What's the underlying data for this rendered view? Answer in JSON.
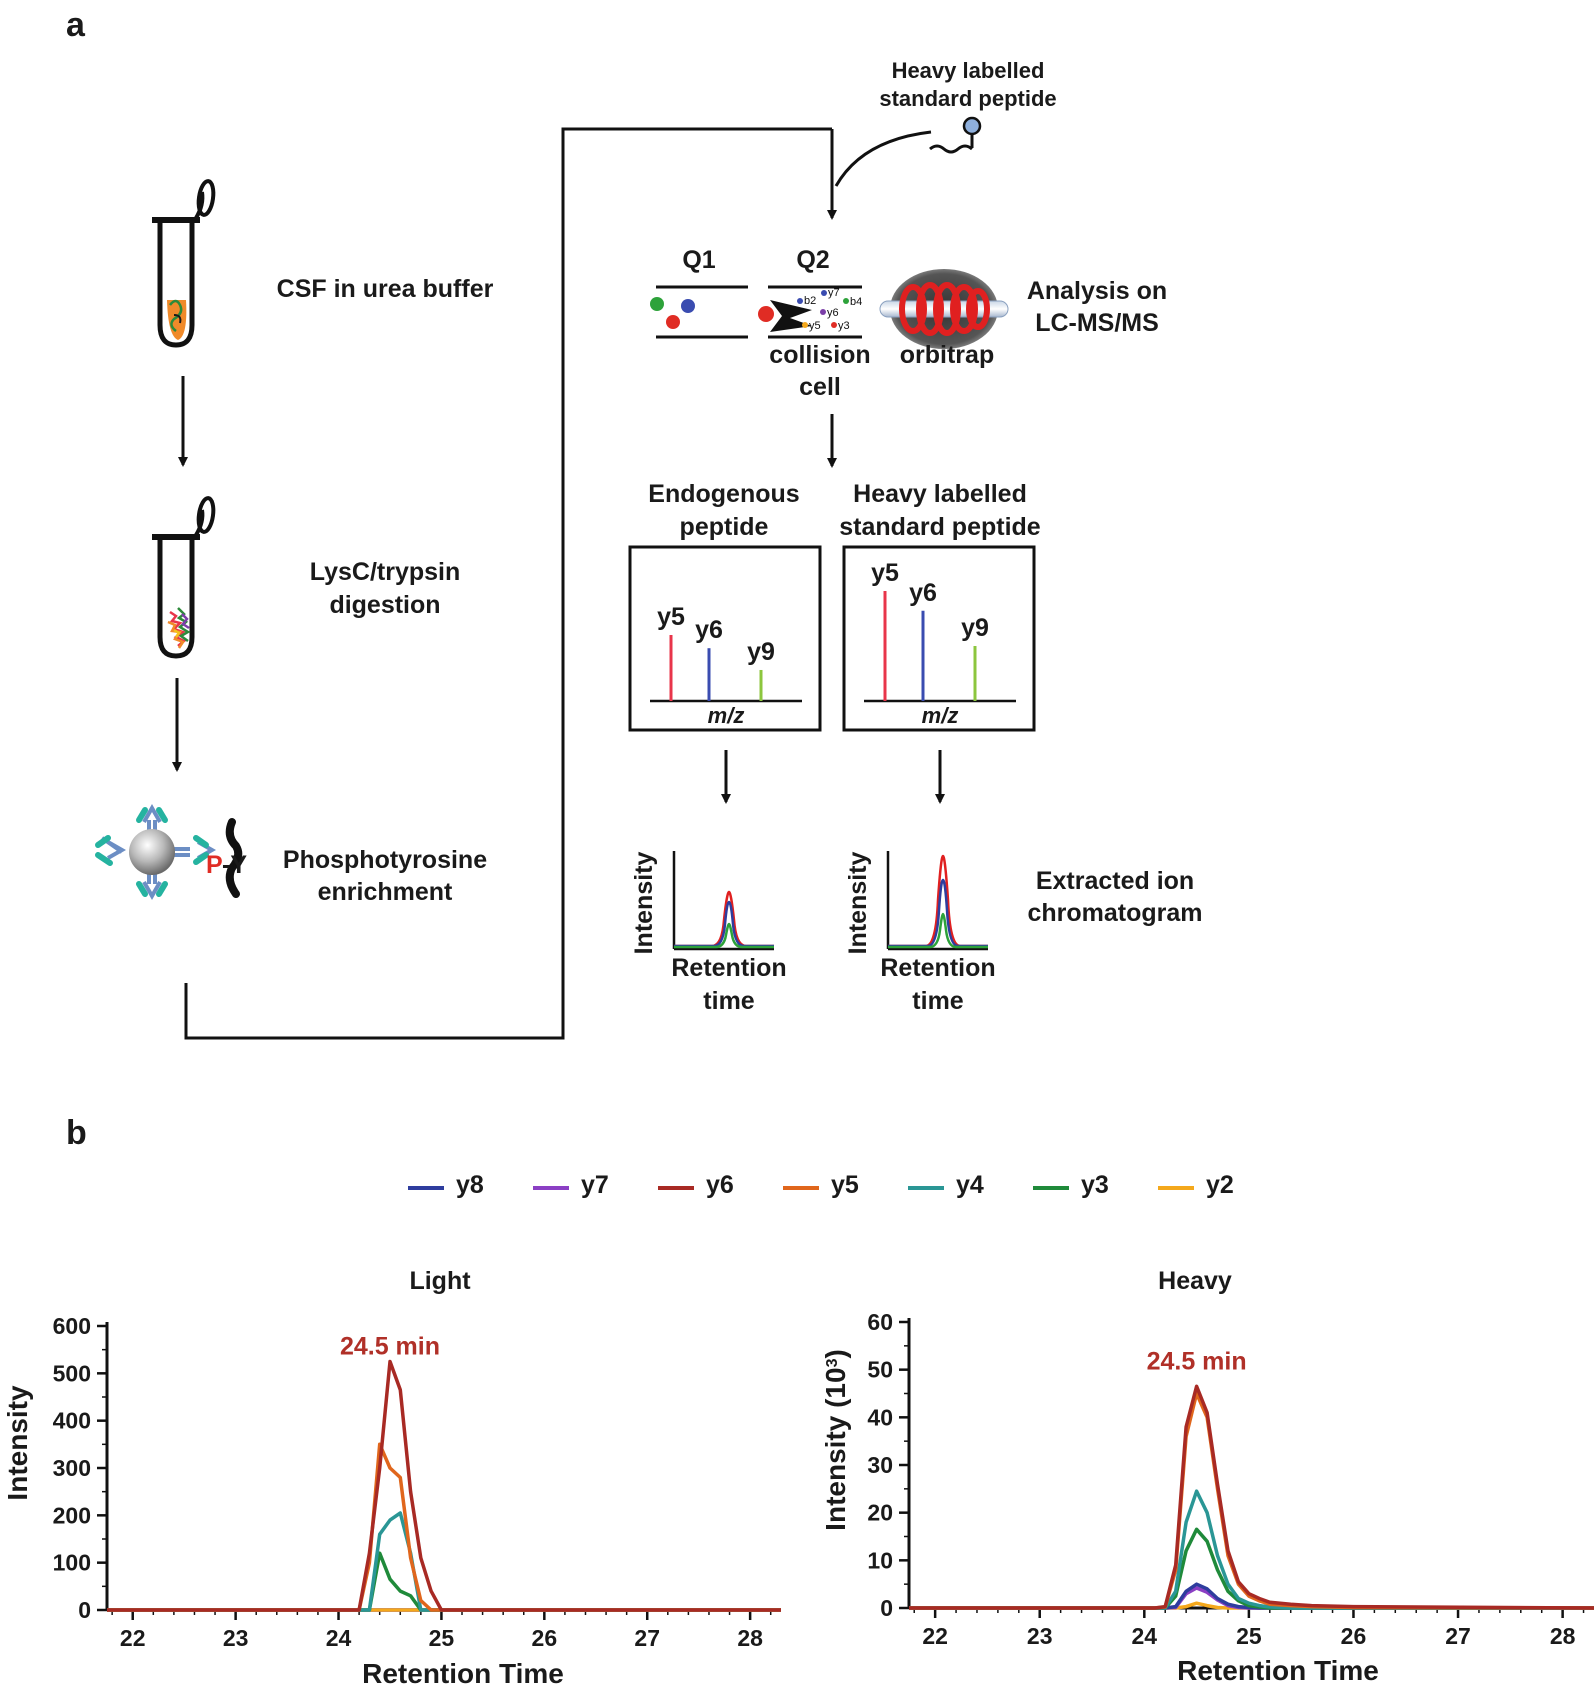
{
  "panel_a": {
    "label": "a",
    "steps": {
      "csf": [
        "CSF in urea buffer"
      ],
      "digest": [
        "LysC/trypsin",
        "digestion"
      ],
      "enrich": [
        "Phosphotyrosine",
        "enrichment"
      ],
      "py_p": "P",
      "py_y": "-Y"
    },
    "heavy_peptide": [
      "Heavy labelled",
      "standard peptide"
    ],
    "ms": {
      "q1": "Q1",
      "q2": "Q2",
      "collision": [
        "collision",
        "cell"
      ],
      "orbitrap": "orbitrap",
      "analysis": [
        "Analysis on",
        "LC-MS/MS"
      ],
      "ions": [
        "b2",
        "y7",
        "b4",
        "y6",
        "y5",
        "y3"
      ]
    },
    "spectra": {
      "endogenous_title": [
        "Endogenous",
        "peptide"
      ],
      "heavy_title": [
        "Heavy labelled",
        "standard peptide"
      ],
      "peak_labels": [
        "y5",
        "y6",
        "y9"
      ],
      "axis": "m/z",
      "endogenous_heights": [
        1.0,
        0.8,
        0.47
      ],
      "heavy_heights": [
        1.0,
        0.82,
        0.5
      ],
      "colors": [
        "#e8354a",
        "#3a4cb0",
        "#8cc63e"
      ]
    },
    "xic": {
      "ylabel": "Intensity",
      "xlabel": [
        "Retention",
        "time"
      ],
      "side_label": [
        "Extracted ion",
        "chromatogram"
      ]
    }
  },
  "panel_b": {
    "label": "b",
    "legend": [
      {
        "name": "y8",
        "color": "#2e3d9e"
      },
      {
        "name": "y7",
        "color": "#8b3fc4"
      },
      {
        "name": "y6",
        "color": "#a82a24"
      },
      {
        "name": "y5",
        "color": "#e0661c"
      },
      {
        "name": "y4",
        "color": "#2a9695"
      },
      {
        "name": "y3",
        "color": "#1f8a3a"
      },
      {
        "name": "y2",
        "color": "#f4a81c"
      }
    ]
  },
  "chart_data": [
    {
      "type": "line",
      "title": "Light",
      "xlabel": "Retention Time",
      "ylabel": "Intensity",
      "xlim": [
        21.75,
        28.3
      ],
      "ylim": [
        0,
        600
      ],
      "xticks": [
        "22",
        "23",
        "24",
        "25",
        "26",
        "27",
        "28"
      ],
      "yticks": [
        "0",
        "100",
        "200",
        "300",
        "400",
        "500",
        "600"
      ],
      "annotation": "24.5 min",
      "annotation_at": [
        24.5,
        540
      ],
      "x": [
        21.75,
        24.2,
        24.3,
        24.4,
        24.5,
        24.6,
        24.7,
        24.8,
        24.9,
        25.0,
        28.3
      ],
      "series": [
        {
          "name": "y8",
          "values": [
            0,
            0,
            0,
            0,
            0,
            0,
            0,
            0,
            0,
            0,
            0
          ]
        },
        {
          "name": "y7",
          "values": [
            0,
            0,
            0,
            0,
            0,
            0,
            0,
            0,
            0,
            0,
            0
          ]
        },
        {
          "name": "y2",
          "values": [
            0,
            0,
            0,
            0,
            0,
            0,
            0,
            0,
            0,
            0,
            0
          ]
        },
        {
          "name": "y3",
          "values": [
            0,
            0,
            0,
            120,
            65,
            40,
            30,
            0,
            0,
            0,
            0
          ]
        },
        {
          "name": "y4",
          "values": [
            0,
            0,
            0,
            160,
            190,
            205,
            120,
            0,
            0,
            0,
            0
          ]
        },
        {
          "name": "y5",
          "values": [
            0,
            0,
            100,
            350,
            300,
            280,
            110,
            20,
            0,
            0,
            0
          ]
        },
        {
          "name": "y6",
          "values": [
            0,
            0,
            120,
            300,
            525,
            465,
            250,
            110,
            40,
            0,
            0
          ]
        }
      ]
    },
    {
      "type": "line",
      "title": "Heavy",
      "xlabel": "Retention Time",
      "ylabel": "Intensity (10",
      "ylabel_sup": "3",
      "ylabel_end": ")",
      "xlim": [
        21.75,
        28.3
      ],
      "ylim": [
        0,
        60
      ],
      "xticks": [
        "22",
        "23",
        "24",
        "25",
        "26",
        "27",
        "28"
      ],
      "yticks": [
        "0",
        "10",
        "20",
        "30",
        "40",
        "50",
        "60"
      ],
      "annotation": "24.5 min",
      "annotation_at": [
        24.5,
        50
      ],
      "x": [
        21.75,
        24.0,
        24.1,
        24.2,
        24.3,
        24.4,
        24.5,
        24.6,
        24.7,
        24.8,
        24.9,
        25.0,
        25.1,
        25.2,
        25.4,
        25.6,
        26.0,
        28.3
      ],
      "series": [
        {
          "name": "y2",
          "values": [
            0,
            0,
            0,
            0,
            0,
            0.3,
            1,
            0.5,
            0.1,
            0,
            0,
            0,
            0,
            0,
            0,
            0,
            0,
            0
          ]
        },
        {
          "name": "y7",
          "values": [
            0,
            0,
            0,
            0,
            0.1,
            3,
            4.2,
            3.3,
            1.7,
            0.5,
            0.1,
            0,
            0,
            0,
            0,
            0,
            0,
            0
          ]
        },
        {
          "name": "y8",
          "values": [
            0,
            0,
            0,
            0,
            0.3,
            3.5,
            5,
            4,
            2,
            0.8,
            0.3,
            0.1,
            0,
            0,
            0,
            0,
            0,
            0
          ]
        },
        {
          "name": "y3",
          "values": [
            0,
            0,
            0,
            0,
            2.5,
            12,
            16.5,
            14,
            8,
            3.5,
            1.5,
            0.5,
            0.2,
            0,
            0,
            0,
            0,
            0
          ]
        },
        {
          "name": "y4",
          "values": [
            0,
            0,
            0,
            0,
            3.5,
            18,
            24.5,
            20,
            11,
            5,
            2,
            1,
            0.5,
            0.2,
            0,
            0,
            0,
            0
          ]
        },
        {
          "name": "y5",
          "values": [
            0,
            0,
            0,
            0.2,
            8,
            36,
            45,
            40,
            25,
            11,
            5,
            2.5,
            1.5,
            0.8,
            0.5,
            0.3,
            0.1,
            0
          ]
        },
        {
          "name": "y6",
          "values": [
            0,
            0,
            0,
            0.3,
            9,
            38,
            46.5,
            41,
            26,
            12,
            5.5,
            3,
            2,
            1.2,
            0.8,
            0.5,
            0.3,
            0
          ]
        }
      ]
    }
  ]
}
